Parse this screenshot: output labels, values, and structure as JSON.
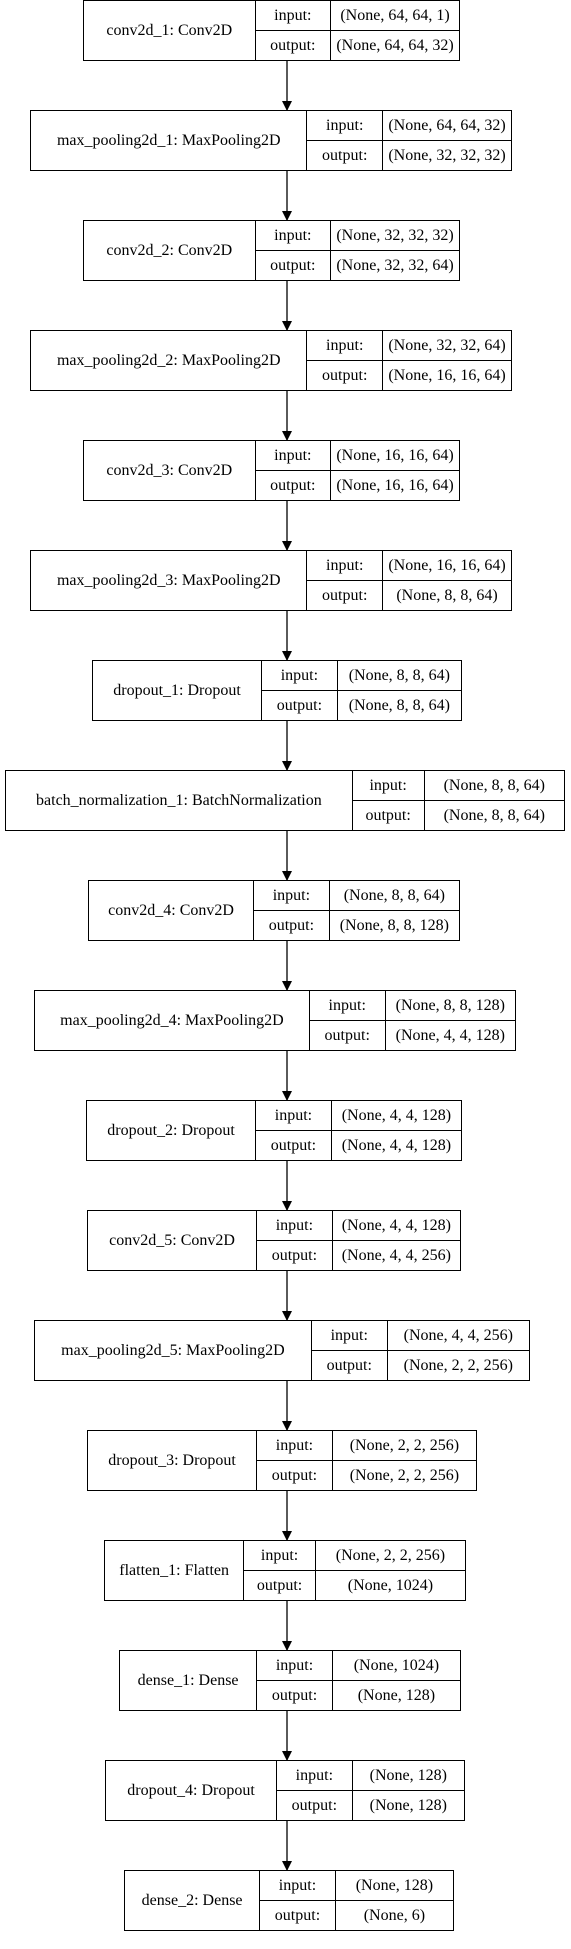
{
  "labels": {
    "input": "input:",
    "output": "output:"
  },
  "layers": [
    {
      "name": "conv2d_1: Conv2D",
      "input": "(None, 64, 64, 1)",
      "output": "(None, 64, 64, 32)"
    },
    {
      "name": "max_pooling2d_1: MaxPooling2D",
      "input": "(None, 64, 64, 32)",
      "output": "(None, 32, 32, 32)"
    },
    {
      "name": "conv2d_2: Conv2D",
      "input": "(None, 32, 32, 32)",
      "output": "(None, 32, 32, 64)"
    },
    {
      "name": "max_pooling2d_2: MaxPooling2D",
      "input": "(None, 32, 32, 64)",
      "output": "(None, 16, 16, 64)"
    },
    {
      "name": "conv2d_3: Conv2D",
      "input": "(None, 16, 16, 64)",
      "output": "(None, 16, 16, 64)"
    },
    {
      "name": "max_pooling2d_3: MaxPooling2D",
      "input": "(None, 16, 16, 64)",
      "output": "(None, 8, 8, 64)"
    },
    {
      "name": "dropout_1: Dropout",
      "input": "(None, 8, 8, 64)",
      "output": "(None, 8, 8, 64)"
    },
    {
      "name": "batch_normalization_1: BatchNormalization",
      "input": "(None, 8, 8, 64)",
      "output": "(None, 8, 8, 64)"
    },
    {
      "name": "conv2d_4: Conv2D",
      "input": "(None, 8, 8, 64)",
      "output": "(None, 8, 8, 128)"
    },
    {
      "name": "max_pooling2d_4: MaxPooling2D",
      "input": "(None, 8, 8, 128)",
      "output": "(None, 4, 4, 128)"
    },
    {
      "name": "dropout_2: Dropout",
      "input": "(None, 4, 4, 128)",
      "output": "(None, 4, 4, 128)"
    },
    {
      "name": "conv2d_5: Conv2D",
      "input": "(None, 4, 4, 128)",
      "output": "(None, 4, 4, 256)"
    },
    {
      "name": "max_pooling2d_5: MaxPooling2D",
      "input": "(None, 4, 4, 256)",
      "output": "(None, 2, 2, 256)"
    },
    {
      "name": "dropout_3: Dropout",
      "input": "(None, 2, 2, 256)",
      "output": "(None, 2, 2, 256)"
    },
    {
      "name": "flatten_1: Flatten",
      "input": "(None, 2, 2, 256)",
      "output": "(None, 1024)"
    },
    {
      "name": "dense_1: Dense",
      "input": "(None, 1024)",
      "output": "(None, 128)"
    },
    {
      "name": "dropout_4: Dropout",
      "input": "(None, 128)",
      "output": "(None, 128)"
    },
    {
      "name": "dense_2: Dense",
      "input": "(None, 128)",
      "output": "(None, 6)"
    }
  ]
}
